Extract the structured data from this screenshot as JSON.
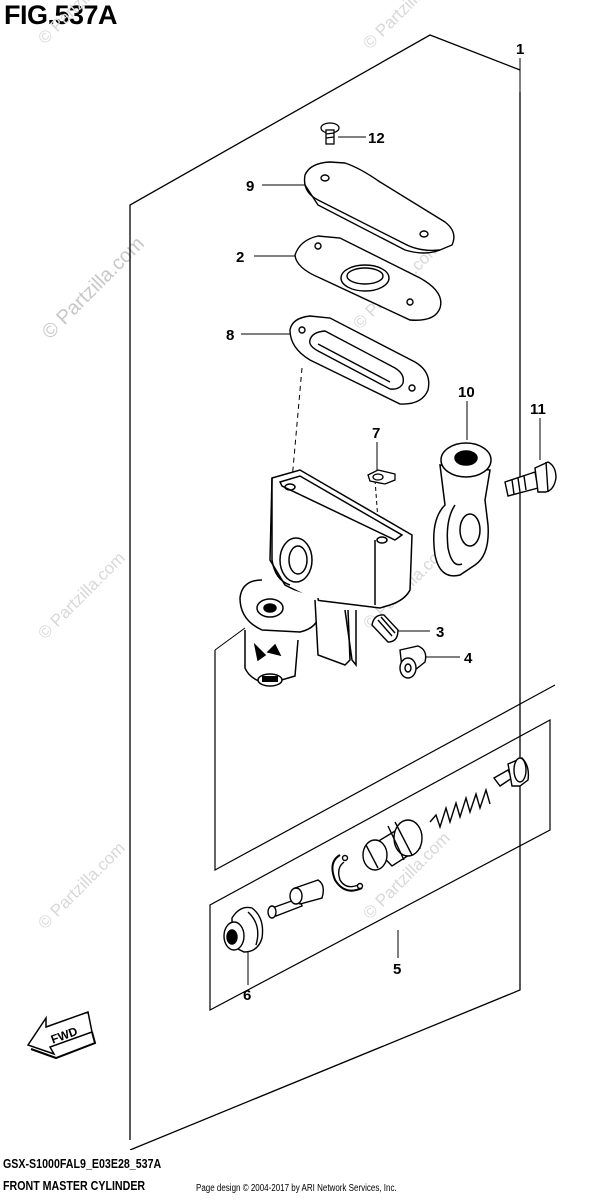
{
  "figure": {
    "title": "FIG.537A",
    "model_code": "GSX-S1000FAL9_E03E28_537A",
    "diagram_name": "FRONT MASTER CYLINDER",
    "copyright": "Page design © 2004-2017 by ARI Network Services, Inc."
  },
  "watermark": {
    "text": "© Partzilla.com"
  },
  "fwd_label": "FWD",
  "callouts": {
    "c1": "1",
    "c2": "2",
    "c3": "3",
    "c4": "4",
    "c5": "5",
    "c6": "6",
    "c7": "7",
    "c8": "8",
    "c9": "9",
    "c10": "10",
    "c11": "11",
    "c12": "12"
  },
  "colors": {
    "line": "#000000",
    "watermark": "#d8d8d8",
    "background": "#ffffff"
  }
}
